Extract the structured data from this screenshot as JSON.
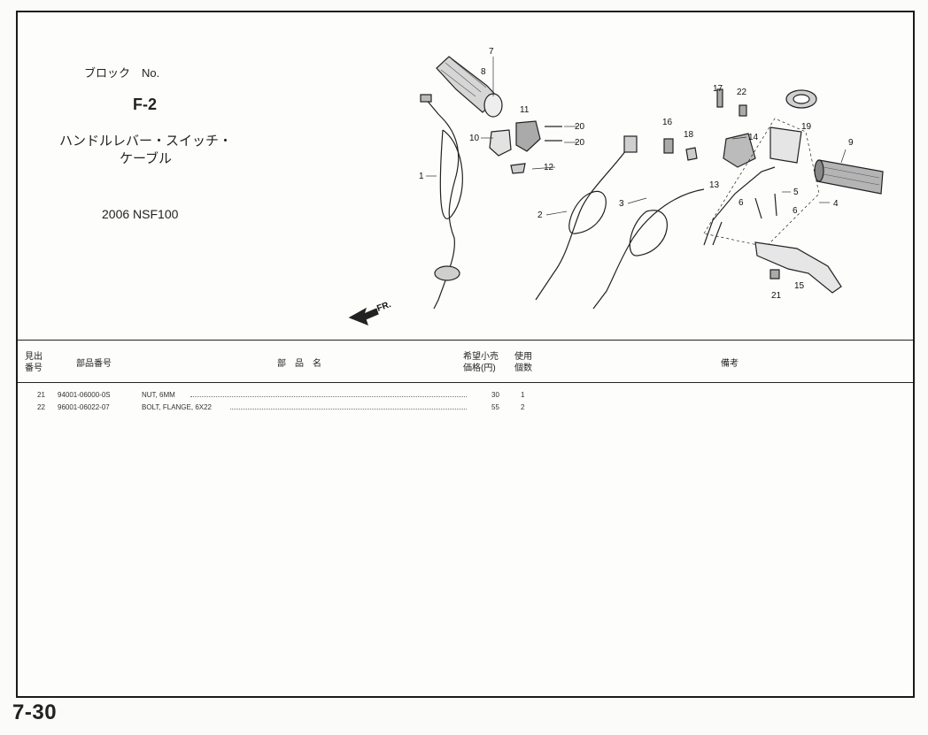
{
  "header": {
    "block_label": "ブロック　No.",
    "block_code": "F-2",
    "title_line1": "ハンドルレバー・スイッチ・",
    "title_line2": "ケーブル",
    "model": "2006 NSF100"
  },
  "diagram": {
    "direction_label": "FR.",
    "callouts": [
      "1",
      "2",
      "3",
      "4",
      "5",
      "6",
      "6",
      "7",
      "8",
      "9",
      "10",
      "11",
      "12",
      "13",
      "14",
      "15",
      "16",
      "17",
      "18",
      "19",
      "20",
      "20",
      "21",
      "22"
    ]
  },
  "table": {
    "headers": {
      "ref_no": [
        "見出",
        "番号"
      ],
      "part_no": "部品番号",
      "part_name": "部　品　名",
      "price": [
        "希望小売",
        "価格(円)"
      ],
      "qty": [
        "使用",
        "個数"
      ],
      "remarks": "備考"
    },
    "rows": [
      {
        "ref": "21",
        "part_no": "94001-06000-0S",
        "name": "NUT, 6MM",
        "price": "30",
        "qty": "1"
      },
      {
        "ref": "22",
        "part_no": "96001-06022-07",
        "name": "BOLT, FLANGE, 6X22",
        "price": "55",
        "qty": "2"
      }
    ]
  },
  "page_number": "7-30"
}
